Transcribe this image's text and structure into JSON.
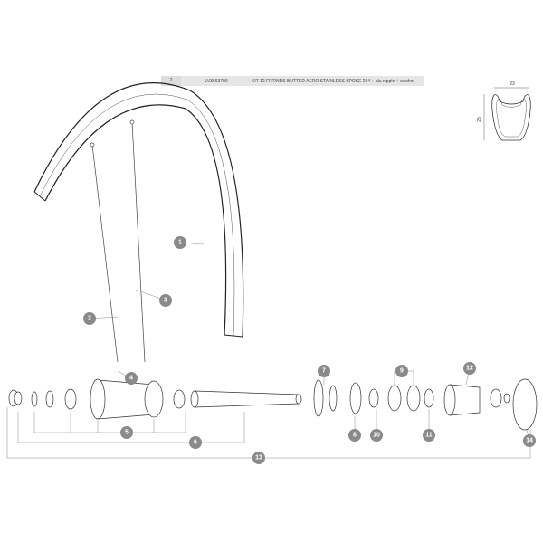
{
  "parts_table": {
    "index": "2",
    "reference": "LV3663700",
    "description": "KIT 12 FRT/NDS BUTTED AERO STAINLESS SPOKE 294 + alu nipple + washer"
  },
  "rim_profile": {
    "width_label": "23",
    "height_label": "25"
  },
  "callouts": [
    "1",
    "2",
    "3",
    "4",
    "5",
    "6",
    "7",
    "8",
    "9",
    "10",
    "11",
    "12",
    "13",
    "14"
  ],
  "colors": {
    "callout": "#8a8a8a",
    "line": "#333333"
  }
}
